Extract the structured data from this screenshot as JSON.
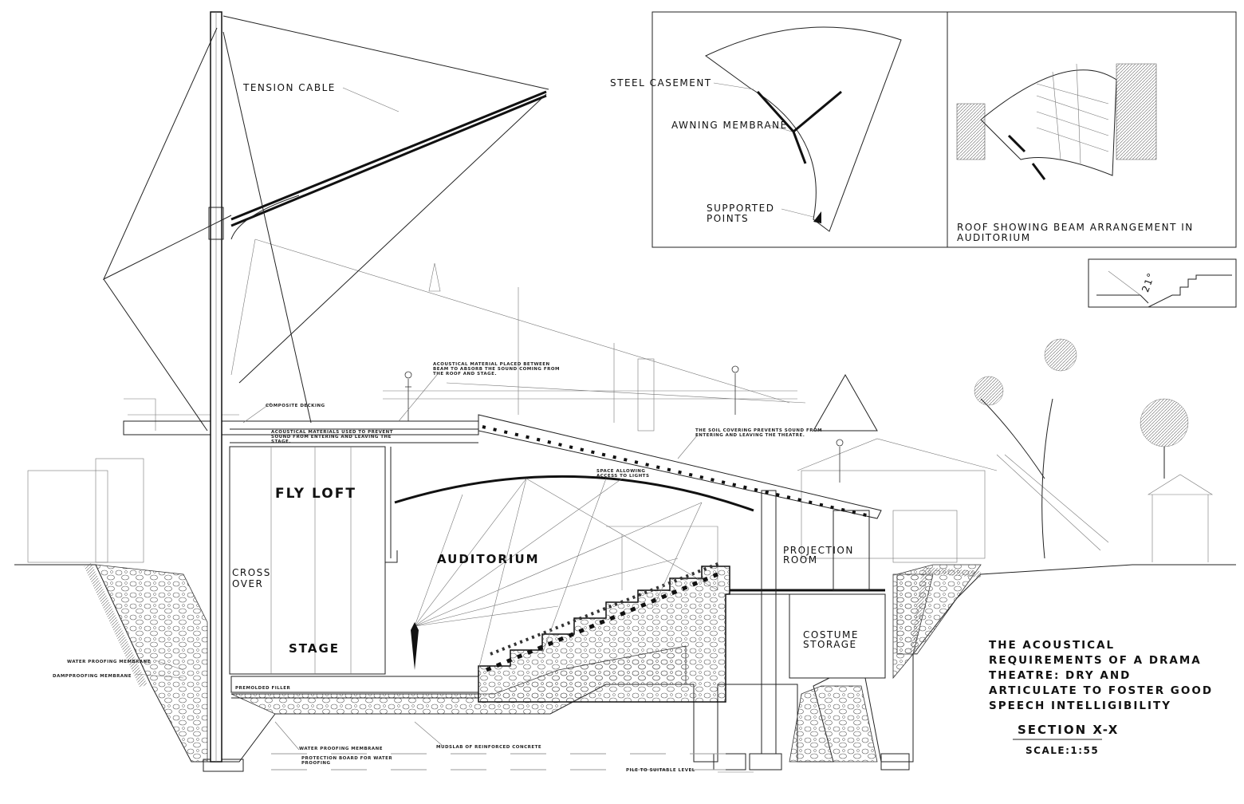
{
  "labels": {
    "tension_cable": "TENSION CABLE",
    "steel_casement": "STEEL CASEMENT",
    "awning_membrane": "AWNING MEMBRANE",
    "supported_points_1": "SUPPORTED",
    "supported_points_2": "POINTS",
    "roof_plan_1": "ROOF SHOWING BEAM ARRANGEMENT IN",
    "roof_plan_2": "AUDITORIUM",
    "angle": "21°",
    "fly_loft": "FLY LOFT",
    "auditorium": "AUDITORIUM",
    "cross_over_1": "CROSS",
    "cross_over_2": "OVER",
    "stage": "STAGE",
    "projection_room_1": "PROJECTION",
    "projection_room_2": "ROOM",
    "costume_storage_1": "COSTUME",
    "costume_storage_2": "STORAGE"
  },
  "notes": {
    "acoustic_beam_1": "ACOUSTICAL MATERIAL PLACED BETWEEN",
    "acoustic_beam_2": "BEAM TO ABSORB THE SOUND COMING FROM",
    "acoustic_beam_3": "THE ROOF AND STAGE.",
    "composite_decking": "COMPOSITE DECKING",
    "acoustic_stage_1": "ACOUSTICAL MATERIALS USED TO PREVENT",
    "acoustic_stage_2": "SOUND FROM ENTERING AND LEAVING THE",
    "acoustic_stage_3": "STAGE.",
    "soil_covering_1": "THE SOIL COVERING PREVENTS SOUND FROM",
    "soil_covering_2": "ENTERING AND LEAVING THE THEATRE.",
    "space_lights_1": "SPACE ALLOWING",
    "space_lights_2": "ACCESS TO LIGHTS",
    "water_membrane_side": "WATER PROOFING MEMBRANE",
    "dampproofing": "DAMPPROOFING MEMBRANE",
    "premolded_filler": "PREMOLDED FILLER",
    "water_membrane_base": "WATER PROOFING MEMBRANE",
    "protection_board_1": "PROTECTION BOARD FOR WATER",
    "protection_board_2": "PROOFING",
    "mudslab": "MUDSLAB OF REINFORCED CONCRETE",
    "pile": "PILE TO SUITABLE LEVEL"
  },
  "title_block": {
    "line1": "THE ACOUSTICAL",
    "line2": "REQUIREMENTS OF A DRAMA",
    "line3": "THEATRE:  DRY  AND",
    "line4": "ARTICULATE TO FOSTER GOOD",
    "line5": "SPEECH INTELLIGIBILITY",
    "section": "SECTION X-X",
    "scale": "SCALE:1:55"
  }
}
